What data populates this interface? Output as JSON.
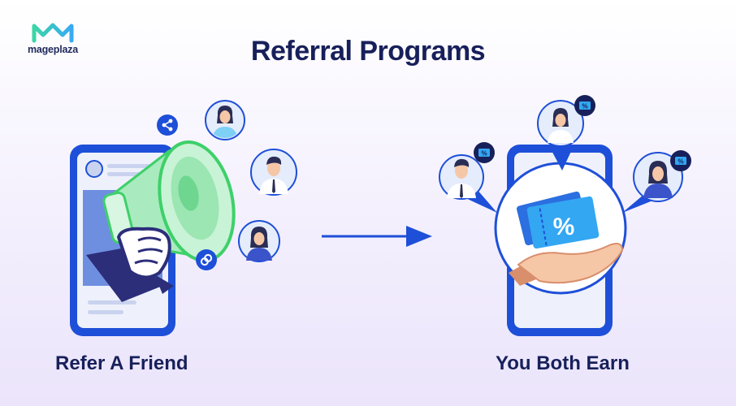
{
  "brand": {
    "name": "mageplaza",
    "colors": {
      "logo_gradient_start": "#3ad6a6",
      "logo_gradient_end": "#38a9f5",
      "text": "#1f2a5b"
    }
  },
  "title": "Referral Programs",
  "left_panel": {
    "caption": "Refer A Friend",
    "icons": [
      "phone-icon",
      "megaphone-icon",
      "hand-icon",
      "share-icon",
      "link-icon"
    ],
    "avatars": [
      "woman-avatar",
      "man-avatar",
      "woman-avatar"
    ]
  },
  "right_panel": {
    "caption": "You Both Earn",
    "icons": [
      "phone-icon",
      "coupon-icon",
      "hand-icon",
      "discount-badge-icon"
    ],
    "avatars": [
      "man-avatar",
      "woman-avatar",
      "woman-avatar"
    ],
    "coupon_symbol": "%",
    "badge_symbol": "%"
  },
  "connector": {
    "icon": "arrow-right-icon"
  },
  "colors": {
    "primary_blue": "#1e4fd8",
    "navy": "#17205a",
    "megaphone_green": "#9be6b2",
    "megaphone_outline": "#3ed06a",
    "coupon_blue": "#33a7f2",
    "sleeve_navy": "#2c2e7a",
    "skin": "#f6c7a6"
  }
}
